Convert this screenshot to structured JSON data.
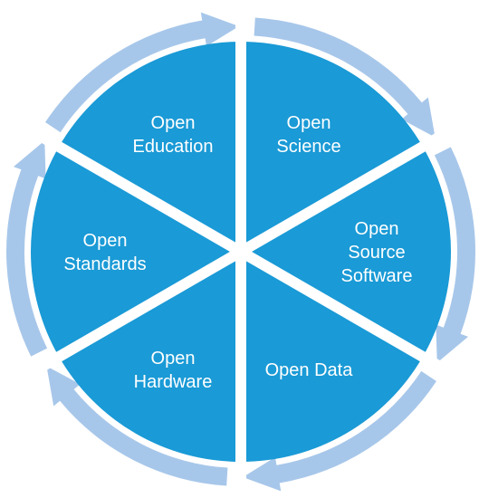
{
  "diagram": {
    "colors": {
      "segment": "#1a9ad6",
      "ring": "#a7c7ea",
      "separator": "#ffffff",
      "label": "#ffffff"
    },
    "segments": [
      {
        "id": "open-science",
        "lines": [
          "Open",
          "Science"
        ]
      },
      {
        "id": "open-source-software",
        "lines": [
          "Open",
          "Source",
          "Software"
        ]
      },
      {
        "id": "open-data",
        "lines": [
          "Open Data"
        ]
      },
      {
        "id": "open-hardware",
        "lines": [
          "Open",
          "Hardware"
        ]
      },
      {
        "id": "open-standards",
        "lines": [
          "Open",
          "Standards"
        ]
      },
      {
        "id": "open-education",
        "lines": [
          "Open",
          "Education"
        ]
      }
    ]
  }
}
